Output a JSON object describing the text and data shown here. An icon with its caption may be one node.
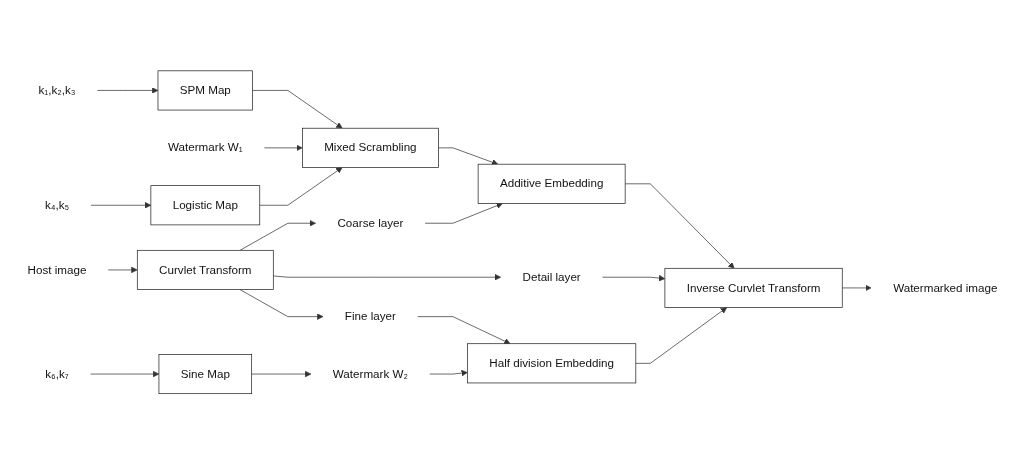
{
  "diagram": {
    "nodes": [
      {
        "text": [
          "k₁,k₂,k₃"
        ]
      },
      {
        "text": [
          "SPM Map"
        ]
      },
      {
        "text": [
          "k₄,k₅"
        ]
      },
      {
        "text": [
          "Watermark W₁"
        ]
      },
      {
        "text": [
          "Mixed Scrambling"
        ]
      },
      {
        "text": [
          "Logistic Map"
        ]
      },
      {
        "text": [
          "Coarse layer"
        ]
      },
      {
        "text": [
          "Additive Embedding"
        ]
      },
      {
        "text": [
          "Host image"
        ]
      },
      {
        "text": [
          "Curvlet Transform"
        ]
      },
      {
        "text": [
          "Detail layer"
        ]
      },
      {
        "text": [
          "Inverse Curvlet Transform"
        ]
      },
      {
        "text": [
          "Watermarked image"
        ]
      },
      {
        "text": [
          "Fine layer"
        ]
      },
      {
        "text": [
          "Half division Embedding"
        ]
      },
      {
        "text": [
          "k₆,k₇"
        ]
      },
      {
        "text": [
          "Sine Map"
        ]
      },
      {
        "text": [
          "Watermark W₂"
        ]
      }
    ],
    "edges": [
      {
        "from": 0,
        "to": 1,
        "arrow": "to"
      },
      {
        "from": 1,
        "to": 4,
        "arrow": "to"
      },
      {
        "from": 2,
        "to": 5,
        "arrow": "to"
      },
      {
        "from": 3,
        "to": 4,
        "arrow": "to"
      },
      {
        "from": 5,
        "to": 4,
        "arrow": "to"
      },
      {
        "from": 4,
        "to": 7,
        "arrow": "to"
      },
      {
        "from": 6,
        "to": 7,
        "arrow": "to"
      },
      {
        "from": 8,
        "to": 9,
        "arrow": "to"
      },
      {
        "from": 9,
        "to": 6,
        "arrow": "to"
      },
      {
        "from": 9,
        "to": 10,
        "arrow": "to"
      },
      {
        "from": 9,
        "to": 13,
        "arrow": "to"
      },
      {
        "from": 7,
        "to": 11,
        "arrow": "to"
      },
      {
        "from": 10,
        "to": 11,
        "arrow": "to"
      },
      {
        "from": 13,
        "to": 14,
        "arrow": "to"
      },
      {
        "from": 14,
        "to": 11,
        "arrow": "to"
      },
      {
        "from": 11,
        "to": 12,
        "arrow": "to"
      },
      {
        "from": 15,
        "to": 16,
        "arrow": "to"
      },
      {
        "from": 16,
        "to": 17,
        "arrow": "to"
      },
      {
        "from": 17,
        "to": 14,
        "arrow": "to"
      }
    ]
  }
}
